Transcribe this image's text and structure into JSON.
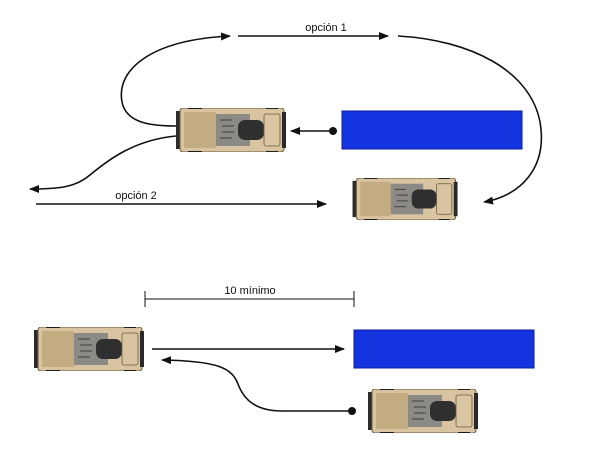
{
  "labels": {
    "option1": "opción 1",
    "option2": "opción 2",
    "min_distance": "10 mínimo"
  },
  "colors": {
    "trailer": "#1434e0",
    "trailer_edge": "#0a1e9c",
    "tractor_body": "#d8c4a0",
    "tractor_dark": "#3a3a3a",
    "line": "#111111"
  }
}
